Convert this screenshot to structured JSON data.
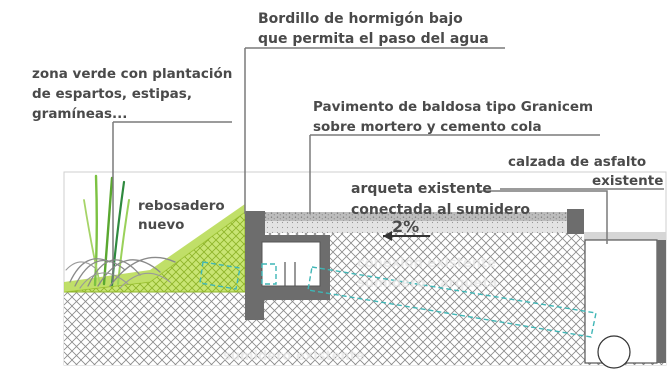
{
  "labels": {
    "bordillo_1": "Bordillo de hormigón bajo",
    "bordillo_2": "que permita el paso del agua",
    "zona_1": "zona verde con plantación",
    "zona_2": "de espartos, estipas,",
    "zona_3": "gramíneas...",
    "pavimento_1": "Pavimento de baldosa tipo Granicem",
    "pavimento_2": "sobre mortero y cemento cola",
    "calzada_1": "calzada de asfalto",
    "calzada_2": "existente",
    "arqueta_1": "arqueta existente",
    "arqueta_2": "conectada al sumidero",
    "slope": "2%",
    "rebosadero_1": "rebosadero",
    "rebosadero_2": "nuevo",
    "conexion_1": "conexión existente",
    "conexion_2": "sumidero - arqueta",
    "sumidero": "sumidero existente"
  },
  "colors": {
    "grass": "#b5d94e",
    "grass_dark": "#8fb52a",
    "soil_hatch": "#8a8a8a",
    "concrete": "#6d6d6d",
    "pipe": "#3fb6b6",
    "text": "#4a4a4a",
    "arrow": "#333333"
  }
}
